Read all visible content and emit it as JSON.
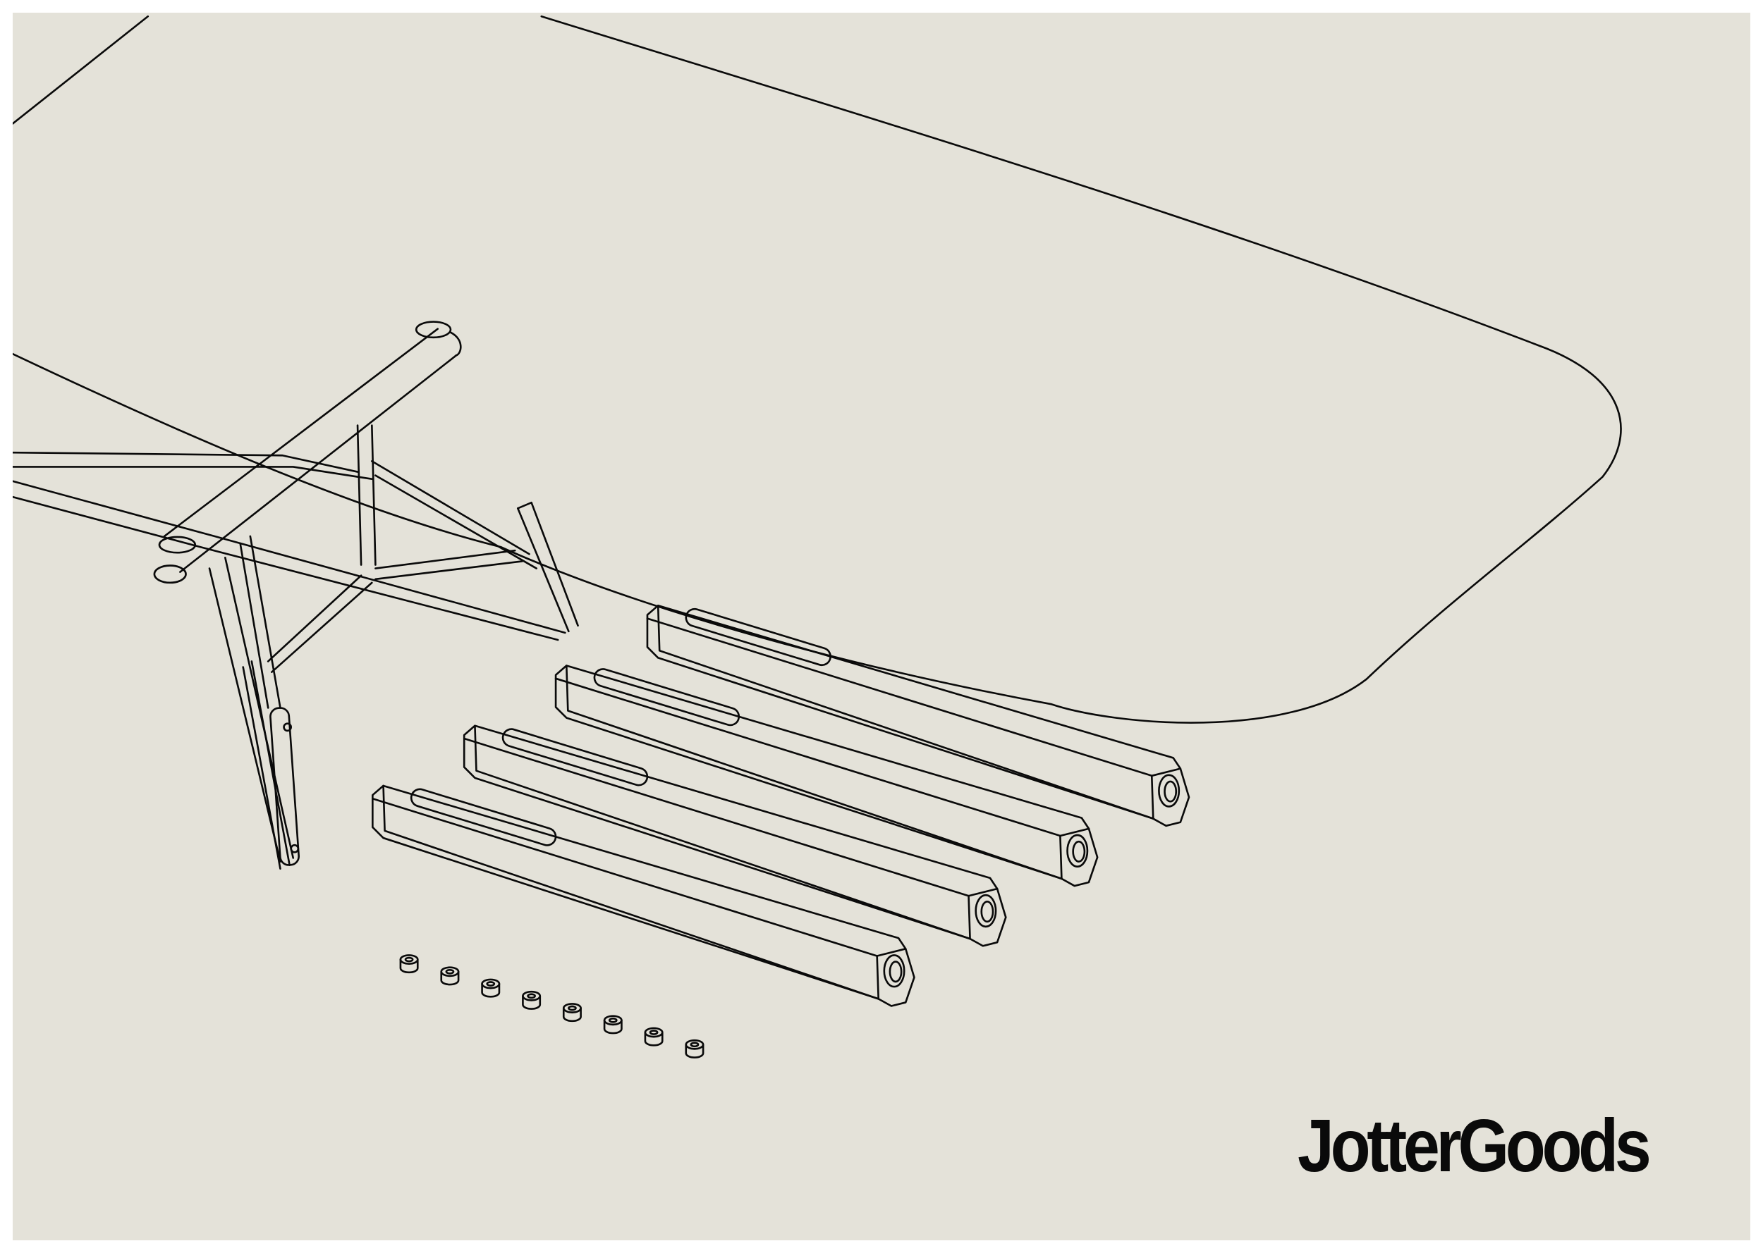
{
  "brand": {
    "name": "JotterGoods"
  },
  "colors": {
    "frame": "#ffffff",
    "background": "#e4e2d9",
    "line": "#0a0a0a"
  },
  "parts": {
    "board": "ironing-board-top",
    "frame": "folding-leg-frame",
    "bars": 4,
    "caps": 8
  }
}
